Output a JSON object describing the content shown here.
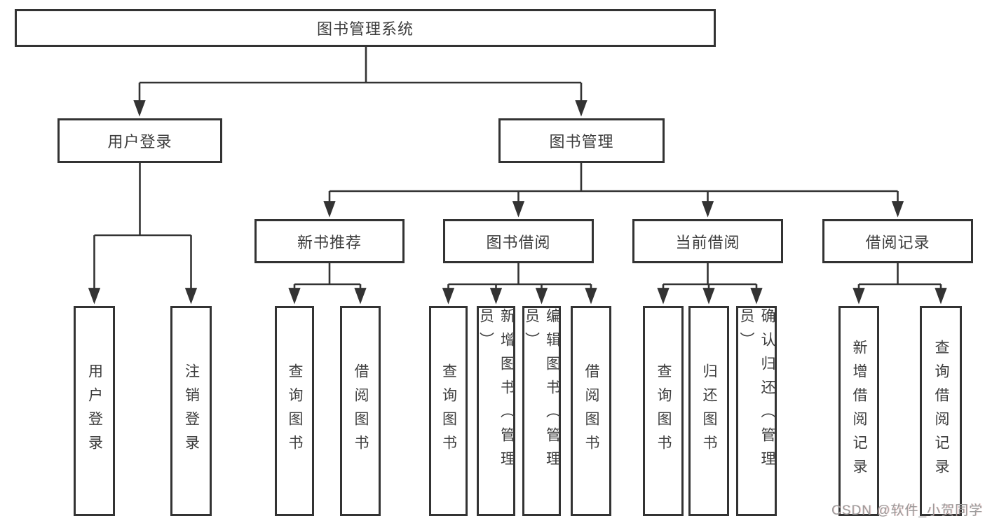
{
  "diagram": {
    "root": {
      "label": "图书管理系统"
    },
    "level2": [
      {
        "label": "用户登录"
      },
      {
        "label": "图书管理"
      }
    ],
    "level3": [
      {
        "label": "新书推荐"
      },
      {
        "label": "图书借阅"
      },
      {
        "label": "当前借阅"
      },
      {
        "label": "借阅记录"
      }
    ],
    "leaves": [
      {
        "label": "用户登录"
      },
      {
        "label": "注销登录"
      },
      {
        "label": "查询图书"
      },
      {
        "label": "借阅图书"
      },
      {
        "label": "查询图书"
      },
      {
        "label": "新增图书（管理员）"
      },
      {
        "label": "编辑图书（管理员）"
      },
      {
        "label": "借阅图书"
      },
      {
        "label": "查询图书"
      },
      {
        "label": "归还图书"
      },
      {
        "label": "确认归还（管理员）"
      },
      {
        "label": "新增借阅记录"
      },
      {
        "label": "查询借阅记录"
      }
    ],
    "colors": {
      "line": "#333333",
      "box_border": "#333333",
      "text": "#3d3d3d",
      "watermark": "#9c9c9c"
    }
  },
  "watermark": {
    "text": "CSDN @软件_小贺同学"
  }
}
